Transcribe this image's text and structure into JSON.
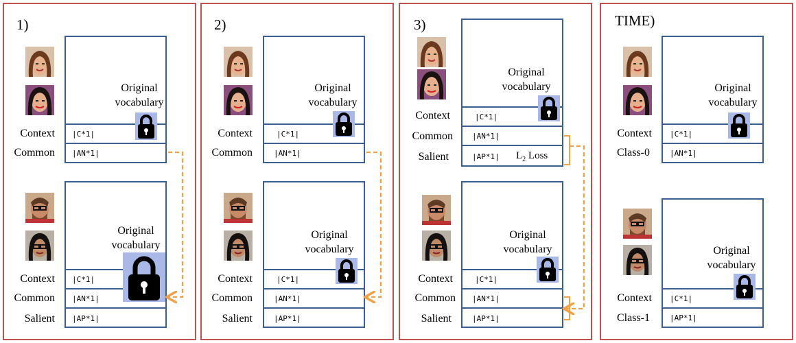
{
  "panels": [
    {
      "label": "1)"
    },
    {
      "label": "2)"
    },
    {
      "label": "3)"
    },
    {
      "label": "TIME)"
    }
  ],
  "vocab_label": "Original\nvocabulary",
  "rows": {
    "context": "Context",
    "common": "Common",
    "salient": "Salient",
    "class0": "Class-0",
    "class1": "Class-1"
  },
  "tokens": {
    "context": "|C*1|",
    "common": "|AN*1|",
    "salient": "|AP*1|"
  },
  "loss_label": "L",
  "loss_sub": "2",
  "loss_word": " Loss",
  "colors": {
    "panel_border": "#c0504d",
    "box_border": "#3a5f8e",
    "arrow": "#f0a24a",
    "lock_bg": "#a9b8e6"
  }
}
